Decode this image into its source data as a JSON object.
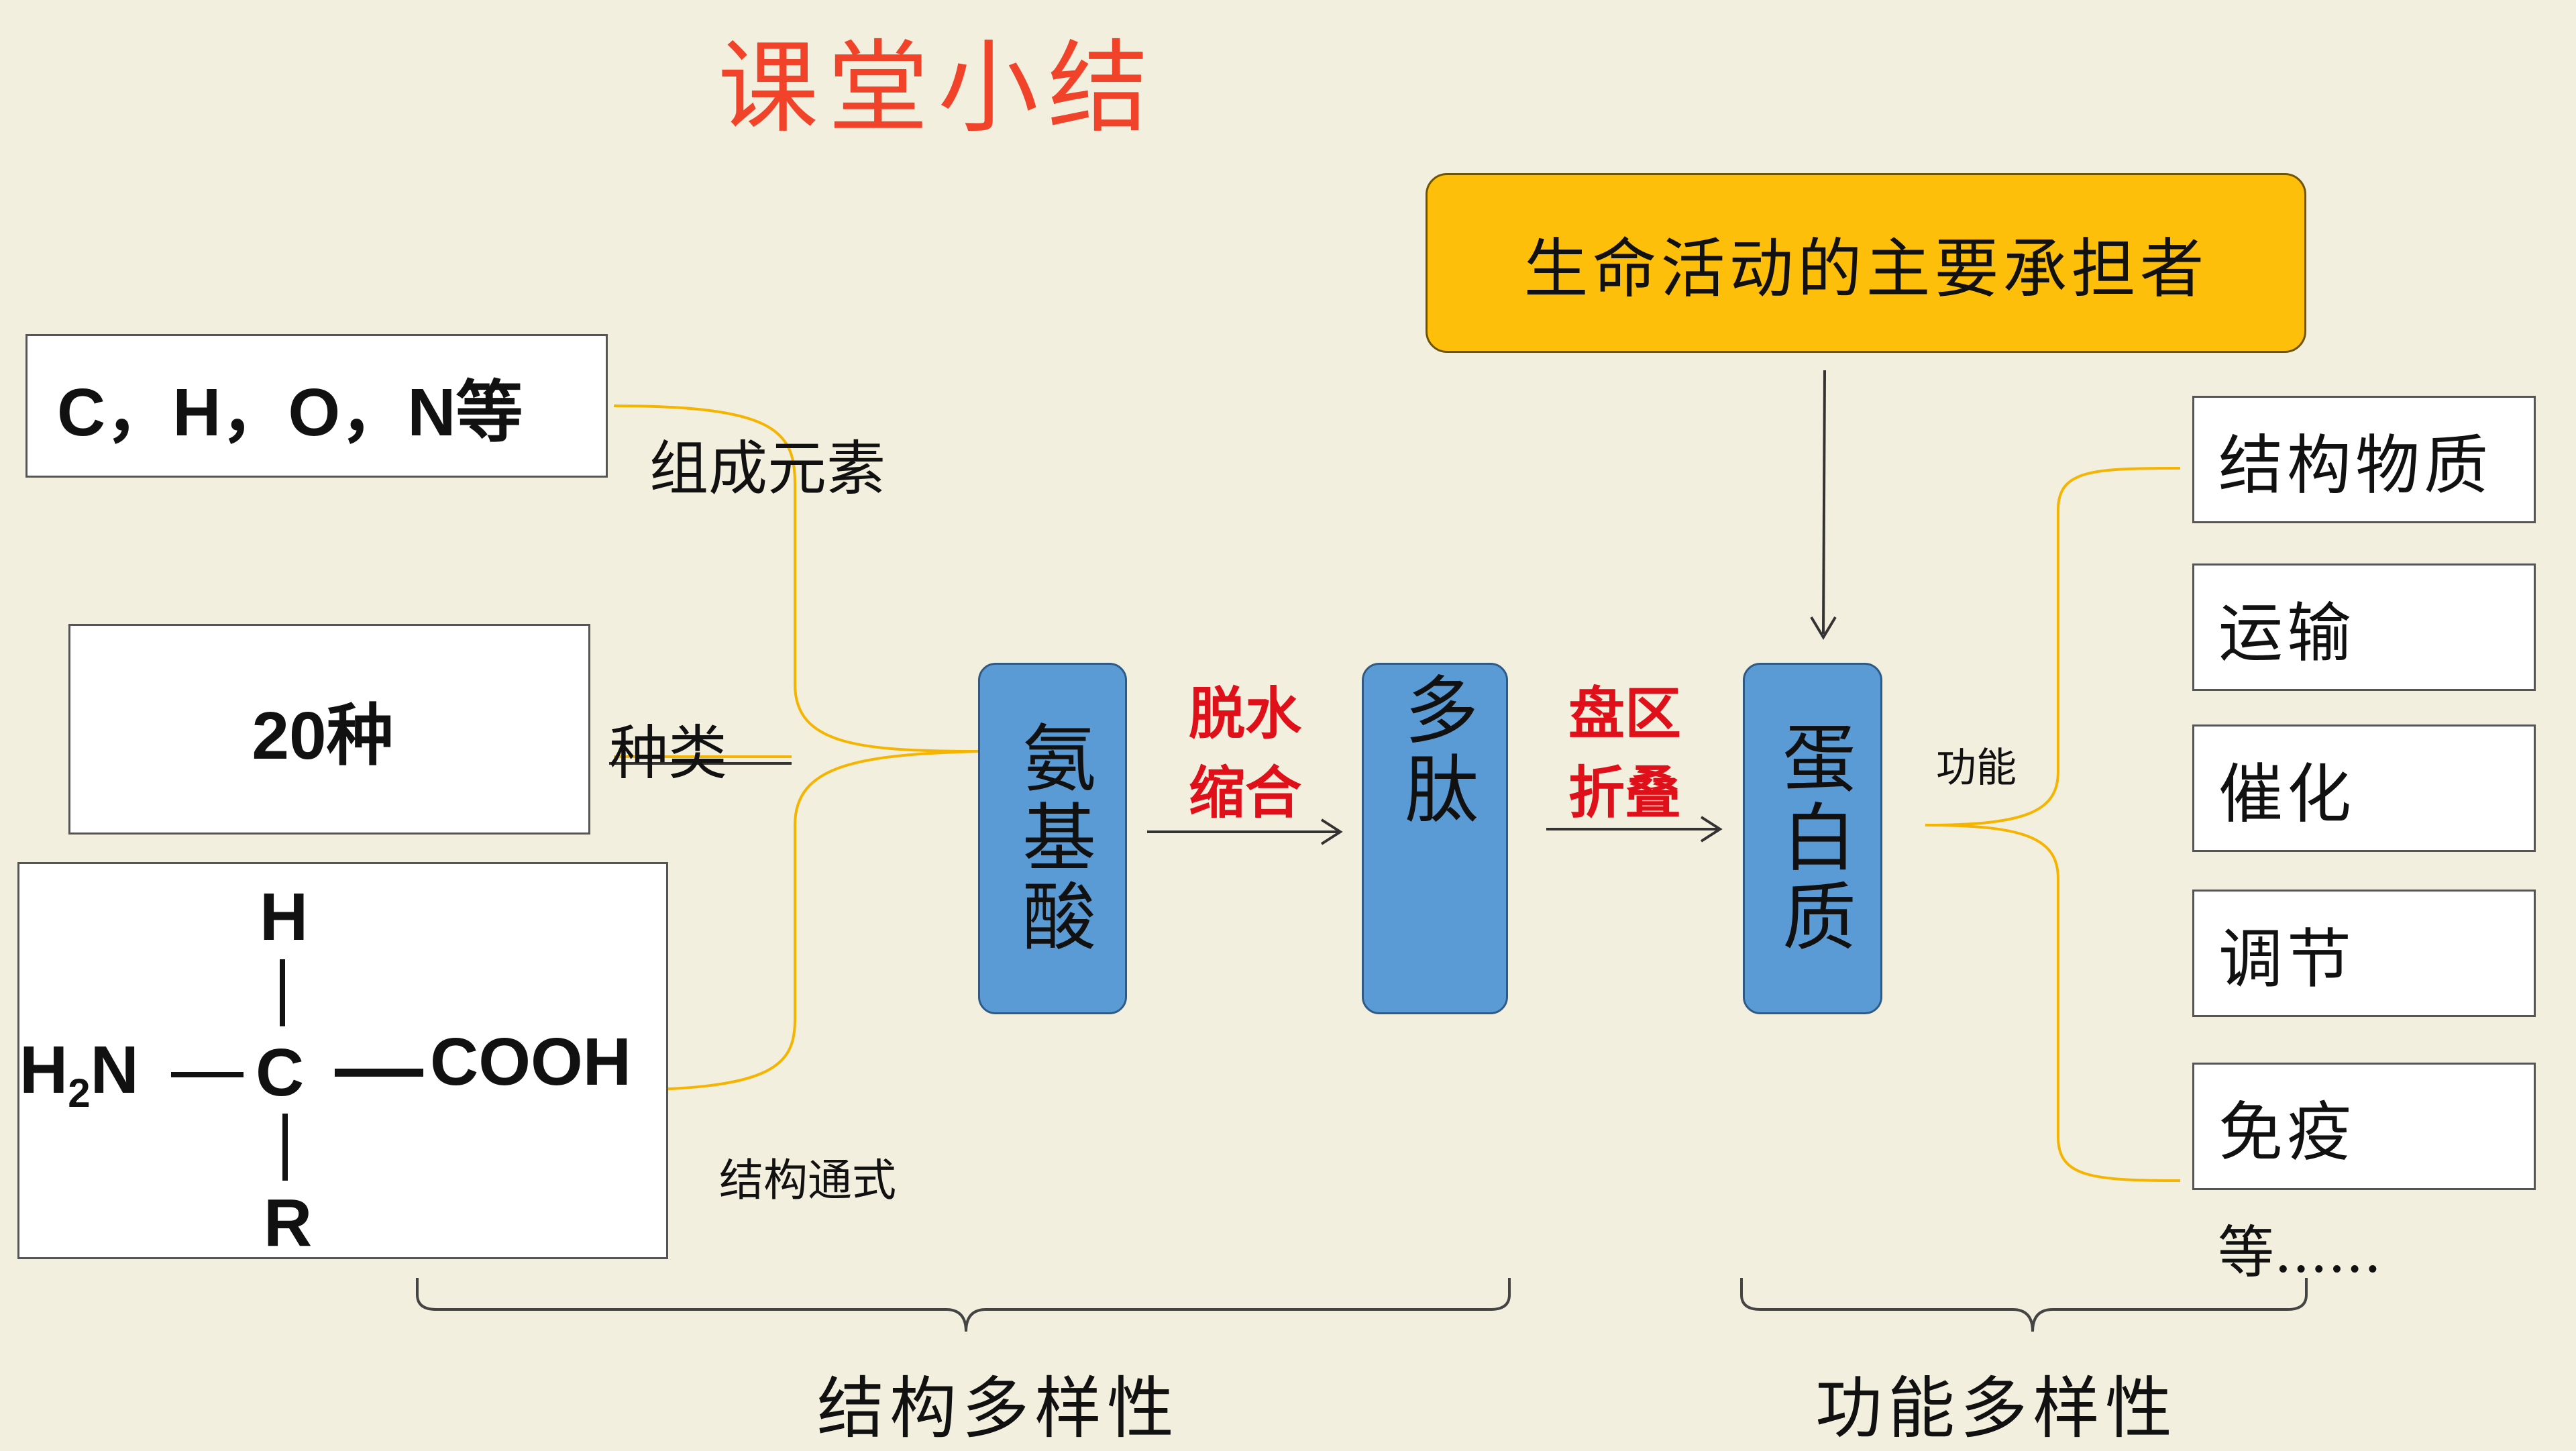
{
  "title": "课堂小结",
  "left": {
    "elements_box": "C，H，O，N等",
    "elements_label": "组成元素",
    "types_box": "20种",
    "types_label": "种类",
    "formula": {
      "top": "H",
      "left": "H",
      "left_sub": "2",
      "left_tail": "N",
      "center": "C",
      "right": "COOH",
      "bottom": "R"
    },
    "formula_label": "结构通式"
  },
  "chain": {
    "amino_acid": "氨基酸",
    "step1": [
      "脱水",
      "缩合"
    ],
    "peptide": "多肽",
    "step2": [
      "盘区",
      "折叠"
    ],
    "protein": "蛋白质"
  },
  "top_box": "生命活动的主要承担者",
  "function_label": "功能",
  "functions": [
    "结构物质",
    "运输",
    "催化",
    "调节",
    "免疫"
  ],
  "functions_more": "等......",
  "bottom": {
    "left_brace_label": "结构多样性",
    "right_brace_label": "功能多样性"
  },
  "colors": {
    "title": "#f0432a",
    "connector": "#f4b400",
    "node": "#5b9bd5",
    "top_box": "#fdbf0a",
    "step_text": "#e0101a",
    "background": "#f3efdf"
  }
}
